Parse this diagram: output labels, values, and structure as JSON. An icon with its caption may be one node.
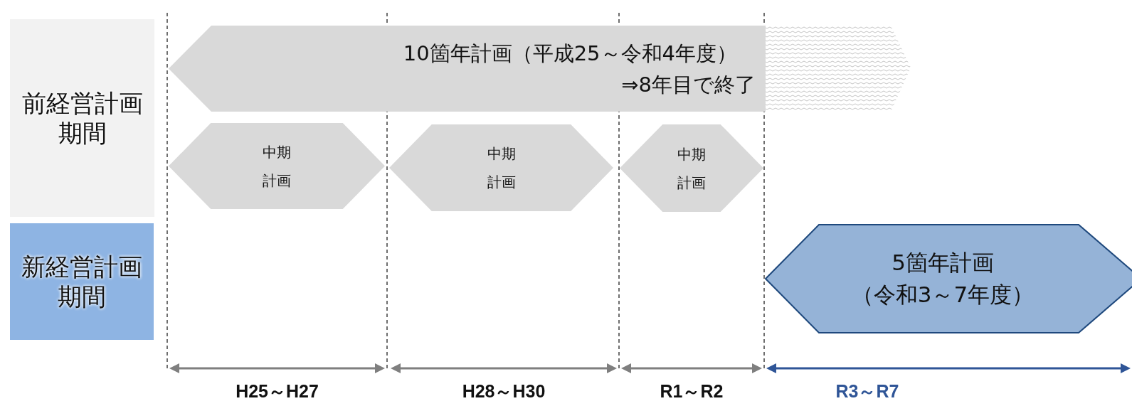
{
  "diagram": {
    "nodes": [
      {
        "text": [
          "前経営計画期間"
        ]
      },
      {
        "text": [
          "新経営計画期間"
        ]
      },
      {
        "text": [
          "10箇年計画（平成25～令和4年度）",
          "⇒8年目で終了"
        ]
      },
      {
        "text": [
          "中期計画"
        ]
      },
      {
        "text": [
          "中期計画"
        ]
      },
      {
        "text": [
          "中期計画"
        ]
      },
      {
        "text": [
          "5箇年計画",
          "（令和3～7年度）"
        ]
      }
    ],
    "labels": [
      "H25～H27",
      "H28～H30",
      "R1～R2",
      "R3～R7"
    ]
  }
}
